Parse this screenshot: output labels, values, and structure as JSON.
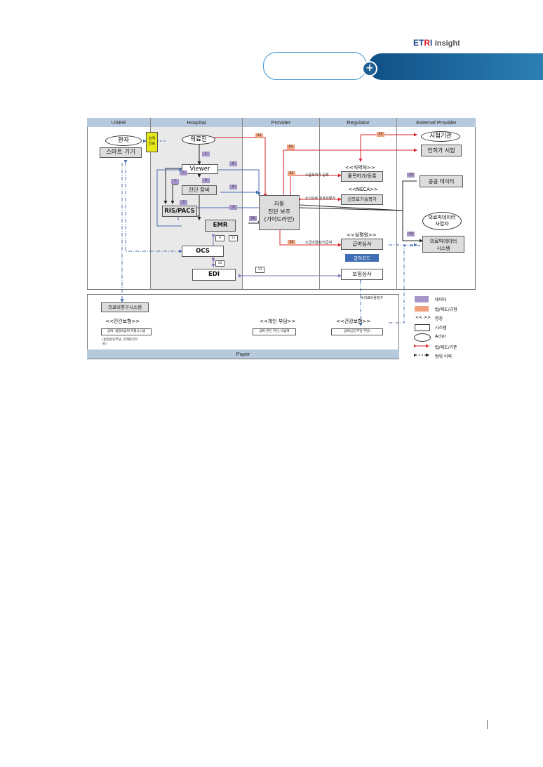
{
  "brand": {
    "logo_e": "E",
    "logo_t": "T",
    "logo_r": "R",
    "logo_i": "I",
    "word": "Insight"
  },
  "columns": [
    "USER",
    "Hospital",
    "Provider",
    "Regulator",
    "External Provider"
  ],
  "user": {
    "patient": "환자",
    "smart": "스마트 기기",
    "remote": "원격\n진료"
  },
  "hospital": {
    "doctor": "의료진",
    "viewer": "Viewer",
    "equip": "진단 장비",
    "ris": "RIS/PACS",
    "emr": "EMR",
    "ocs": "OCS",
    "edi": "EDI"
  },
  "provider": {
    "cad_line1": "자동",
    "cad_line2": "진단 보조",
    "cad_line3": "(가이드라인)"
  },
  "regulator": {
    "mfds_tag": "<<식약처>>",
    "mfds_box": "품목허가/등록",
    "neca_tag": "<<NECA>>",
    "neca_box": "신의료기술평가",
    "hira_tag": "<<심평원>>",
    "hira_box": "급여심사",
    "code": "급여코드",
    "insurance_box": "보험심사",
    "r2_label": "①품목허가 등록",
    "neca_label": "②신의료 유효성평가",
    "r3_label": "③급여결정/비급여",
    "bill_label": "④의료비용청구"
  },
  "external": {
    "testing_org": "시험기관",
    "cert_test": "인허가 시험",
    "public_data": "공공 데이터",
    "bigdata_biz1": "의료빅데이터",
    "bigdata_biz2": "사업자",
    "bigdata_sys1": "의료빅데이터",
    "bigdata_sys2": "시스템"
  },
  "tags": {
    "R1": "R1",
    "R2": "R2",
    "R3": "R3",
    "R4": "R4",
    "R5": "R5",
    "t1": "1",
    "t2": "2",
    "t3": "3",
    "t4": "4",
    "t5": "5",
    "t6": "6",
    "t7": "7",
    "t8": "8",
    "t9": "9",
    "t10": "10",
    "t11": "11",
    "t12": "12",
    "t13": "13",
    "t14": "14",
    "t15": "15"
  },
  "payer": {
    "claim_system": "의료비청구시스템",
    "private_tag": "<<민간보험>>",
    "private_box": "급여, 법정비급여 지불시스템",
    "private_note": "(법정본인부담, 전액본인부\n담)",
    "personal_tag": "<<개인 부담>>",
    "personal_box": "급여 본인 부담, 비급여",
    "nhi_tag": "<<건강보험>>",
    "nhi_box": "급여(공단부담 부담)",
    "label": "Payer"
  },
  "legend": {
    "data": "데이터",
    "law": "법/제도/규정",
    "name_sym": "<<  >>",
    "name": "명칭",
    "system": "시스템",
    "actor": "Actor",
    "law_std": "법/제도/기준",
    "out_scope": "범위 이외"
  },
  "colors": {
    "purple": "#a695c8",
    "orange": "#f0a27e",
    "red": "#d7262b",
    "blue": "#4a6fb3",
    "code_bg": "#3f6eb5"
  }
}
